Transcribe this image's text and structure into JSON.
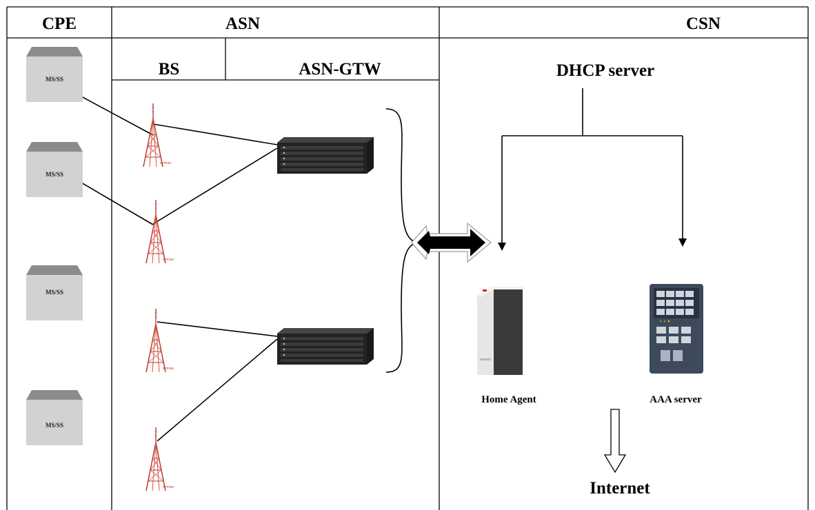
{
  "headers": {
    "cpe": "CPE",
    "asn": "ASN",
    "csn": "CSN",
    "bs": "BS",
    "asn_gtw": "ASN-GTW"
  },
  "cpe_boxes": [
    {
      "label": "MS/SS"
    },
    {
      "label": "MS/SS"
    },
    {
      "label": "MS/SS"
    },
    {
      "label": "MS/SS"
    }
  ],
  "csn": {
    "dhcp_label": "DHCP server",
    "home_agent_label": "Home Agent",
    "aaa_label": "AAA server",
    "internet_label": "Internet"
  },
  "colors": {
    "tower": "#c0392b",
    "rack": "#1a1a1a",
    "box_top": "#8c8c8c",
    "box_face": "#d2d2d2",
    "switch": "#3d4a5c"
  }
}
